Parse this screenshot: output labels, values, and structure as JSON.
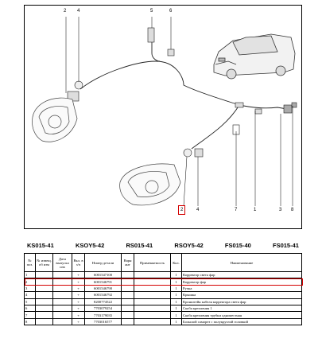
{
  "callouts": [
    "2",
    "4",
    "5",
    "6",
    "7",
    "1",
    "3",
    "8",
    "2",
    "4"
  ],
  "models": [
    "KS015-41",
    "KSOY5-42",
    "RS015-41",
    "RSOY5-42",
    "FS015-40",
    "FS015-41"
  ],
  "table": {
    "headers": [
      "№ поз.",
      "№ извещ. об изм",
      "Дата выпуска изв",
      "Вкл. в з/ч",
      "Номер детали",
      "Варн ант",
      "Применяемость",
      "Кол.",
      "Наименование"
    ],
    "rows": [
      [
        "1",
        "",
        "",
        "+",
        "6001547100",
        "",
        "",
        "1",
        "Корректор света фар"
      ],
      [
        "2",
        "",
        "",
        "+",
        "6001546791",
        "",
        "",
        "1",
        "Корректор фар"
      ],
      [
        "3",
        "",
        "",
        "+",
        "6001546790",
        "",
        "",
        "1",
        "Ручка"
      ],
      [
        "4",
        "",
        "",
        "+",
        "6001546792",
        "",
        "",
        "1",
        "Крышка"
      ],
      [
        "5",
        "",
        "",
        "+",
        "8200774522",
        "",
        "",
        "1",
        "Кронштейн кабеля корректора света фар"
      ],
      [
        "6",
        "",
        "",
        "+",
        "7703079254",
        "",
        "",
        "1",
        "Скоба крепления 1"
      ],
      [
        "7",
        "",
        "",
        "+",
        "7703179035",
        "",
        "",
        "1",
        "Скоба крепления трубки одноместная"
      ],
      [
        "8",
        "",
        "",
        "+",
        "7703016577",
        "",
        "",
        "1",
        "Большой саморез с полукруглой головкой"
      ]
    ]
  },
  "colors": {
    "highlight": "#d40000"
  }
}
